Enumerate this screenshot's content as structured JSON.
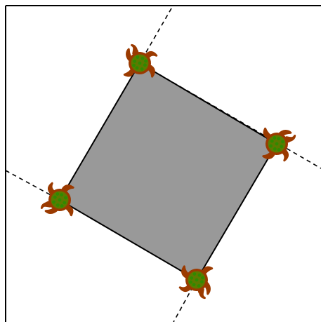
{
  "scene": {
    "description_type": "turtle-square-diagram",
    "colors": {
      "background": "#ffffff",
      "frame": "#000000",
      "square_fill": "#999999",
      "square_stroke": "#000000",
      "dashed_lines": "#000000",
      "turtle_body": "#9b3a00",
      "turtle_shell": "#5c7a00",
      "turtle_spots": "#2f8a00"
    },
    "turtles": [
      {
        "name": "turtle-top",
        "icon": "turtle-icon"
      },
      {
        "name": "turtle-right",
        "icon": "turtle-icon"
      },
      {
        "name": "turtle-bottom",
        "icon": "turtle-icon"
      },
      {
        "name": "turtle-left",
        "icon": "turtle-icon"
      }
    ]
  }
}
